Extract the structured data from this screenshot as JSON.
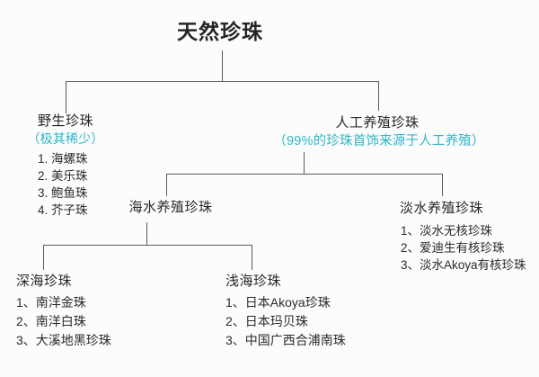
{
  "colors": {
    "accent": "#2fb5c8",
    "text": "#2b2b2b",
    "line": "#5a5a5a",
    "background": "#fcfcfc"
  },
  "root": {
    "label": "天然珍珠"
  },
  "wild": {
    "label": "野生珍珠",
    "note": "（极其稀少）",
    "items": [
      "1. 海螺珠",
      "2. 美乐珠",
      "3. 鲍鱼珠",
      "4. 芥子珠"
    ]
  },
  "cultured": {
    "label": "人工养殖珍珠",
    "note": "（99%的珍珠首饰来源于人工养殖）"
  },
  "seawater": {
    "label": "海水养殖珍珠"
  },
  "freshwater": {
    "label": "淡水养殖珍珠",
    "items": [
      "1、淡水无核珍珠",
      "2、爱迪生有核珍珠",
      "3、淡水Akoya有核珍珠"
    ]
  },
  "deepsea": {
    "label": "深海珍珠",
    "items": [
      "1、南洋金珠",
      "2、南洋白珠",
      "3、大溪地黑珍珠"
    ]
  },
  "shallowsea": {
    "label": "浅海珍珠",
    "items": [
      "1、日本Akoya珍珠",
      "2、日本玛贝珠",
      "3、中国广西合浦南珠"
    ]
  }
}
